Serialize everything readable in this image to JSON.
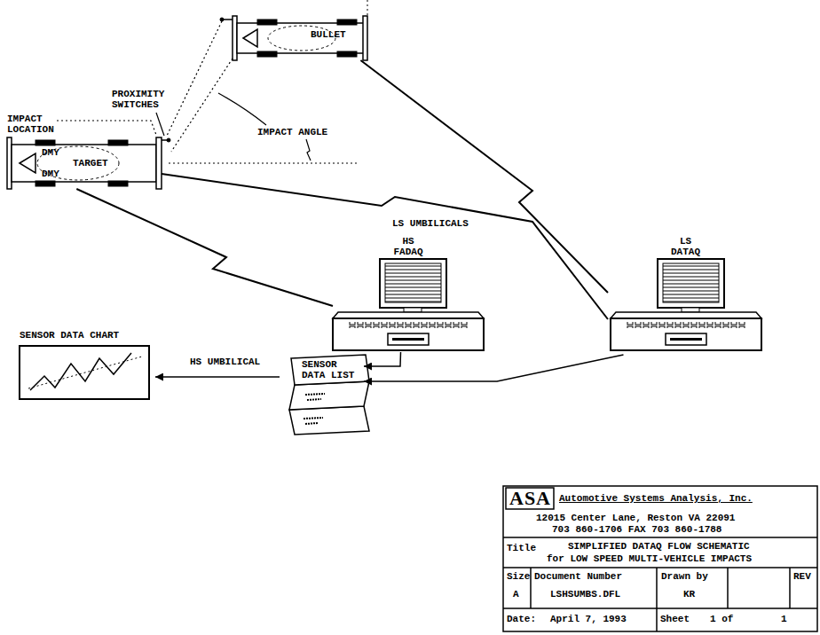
{
  "diagram": {
    "nodes": [
      {
        "text": [
          "BULLET"
        ]
      },
      {
        "text": [
          "DMY",
          "DMY",
          "TARGET"
        ]
      },
      {
        "text": [
          "HS FADAQ"
        ]
      },
      {
        "text": [
          "LS DATAQ"
        ]
      },
      {
        "text": [
          "SENSOR DATA LIST"
        ]
      },
      {
        "text": [
          "SENSOR DATA CHART"
        ]
      }
    ],
    "edges": [
      {
        "from": 0,
        "to": 3,
        "arrow": "none"
      },
      {
        "from": 1,
        "to": 3,
        "arrow": "none",
        "label": "LS UMBILICALS"
      },
      {
        "from": 1,
        "to": 2,
        "arrow": "none",
        "label": "HS UMBILICAL"
      },
      {
        "from": 2,
        "to": 4,
        "arrow": "to"
      },
      {
        "from": 3,
        "to": 4,
        "arrow": "to"
      },
      {
        "from": 4,
        "to": 5,
        "arrow": "to"
      }
    ],
    "labels": [
      "IMPACT LOCATION",
      "PROXIMITY SWITCHES",
      "IMPACT ANGLE",
      "ASA",
      "Automotive Systems Analysis, Inc.",
      "12015 Center Lane, Reston VA 22091",
      "703 860-1706 FAX 703 860-1788",
      "Title",
      "SIMPLIFIED DATAQ FLOW SCHEMATIC",
      "for LOW SPEED MULTI-VEHICLE IMPACTS",
      "Size",
      "Document Number",
      "Drawn by",
      "REV",
      "A",
      "LSHSUMBS.DFL",
      "KR",
      "Date:",
      "April 7, 1993",
      "Sheet",
      "1 of",
      "1"
    ]
  }
}
